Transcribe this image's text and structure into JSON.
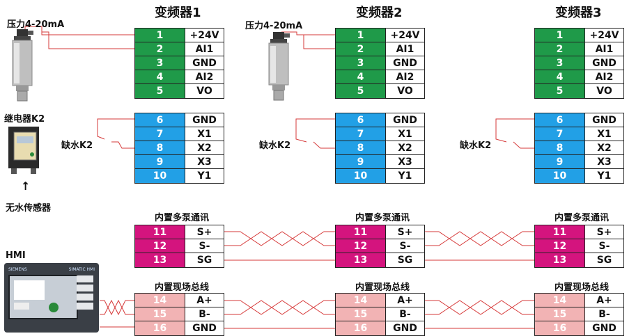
{
  "labels": {
    "sensor1": "压力4-20mA",
    "sensor2": "压力4-20mA",
    "relay": "继电器K2",
    "water_sensor": "无水传感器",
    "k2_1": "缺水K2",
    "k2_2": "缺水K2",
    "k2_3": "缺水K2",
    "hmi": "HMI",
    "hmi_brand": "SIEMENS",
    "hmi_model": "SIMATIC HMI",
    "arrow": "↑"
  },
  "vfds": [
    {
      "title": "变频器1",
      "comm_title": "内置多泵通讯",
      "bus_title": "内置现场总线"
    },
    {
      "title": "变频器2",
      "comm_title": "内置多泵通讯",
      "bus_title": "内置现场总线"
    },
    {
      "title": "变频器3",
      "comm_title": "内置多泵通讯",
      "bus_title": "内置现场总线"
    }
  ],
  "blocks": {
    "analog": [
      {
        "num": "1",
        "val": "+24V"
      },
      {
        "num": "2",
        "val": "AI1"
      },
      {
        "num": "3",
        "val": "GND"
      },
      {
        "num": "4",
        "val": "AI2"
      },
      {
        "num": "5",
        "val": "VO"
      }
    ],
    "digital": [
      {
        "num": "6",
        "val": "GND"
      },
      {
        "num": "7",
        "val": "X1"
      },
      {
        "num": "8",
        "val": "X2"
      },
      {
        "num": "9",
        "val": "X3"
      },
      {
        "num": "10",
        "val": "Y1"
      }
    ],
    "comm": [
      {
        "num": "11",
        "val": "S+"
      },
      {
        "num": "12",
        "val": "S-"
      },
      {
        "num": "13",
        "val": "SG"
      }
    ],
    "bus": [
      {
        "num": "14",
        "val": "A+"
      },
      {
        "num": "15",
        "val": "B-"
      },
      {
        "num": "16",
        "val": "GND"
      }
    ]
  },
  "colors": {
    "analog": "#1f9a49",
    "digital": "#22a0e6",
    "comm": "#d4147e",
    "bus": "#f2b3b4",
    "wire": "#d63a3a"
  }
}
